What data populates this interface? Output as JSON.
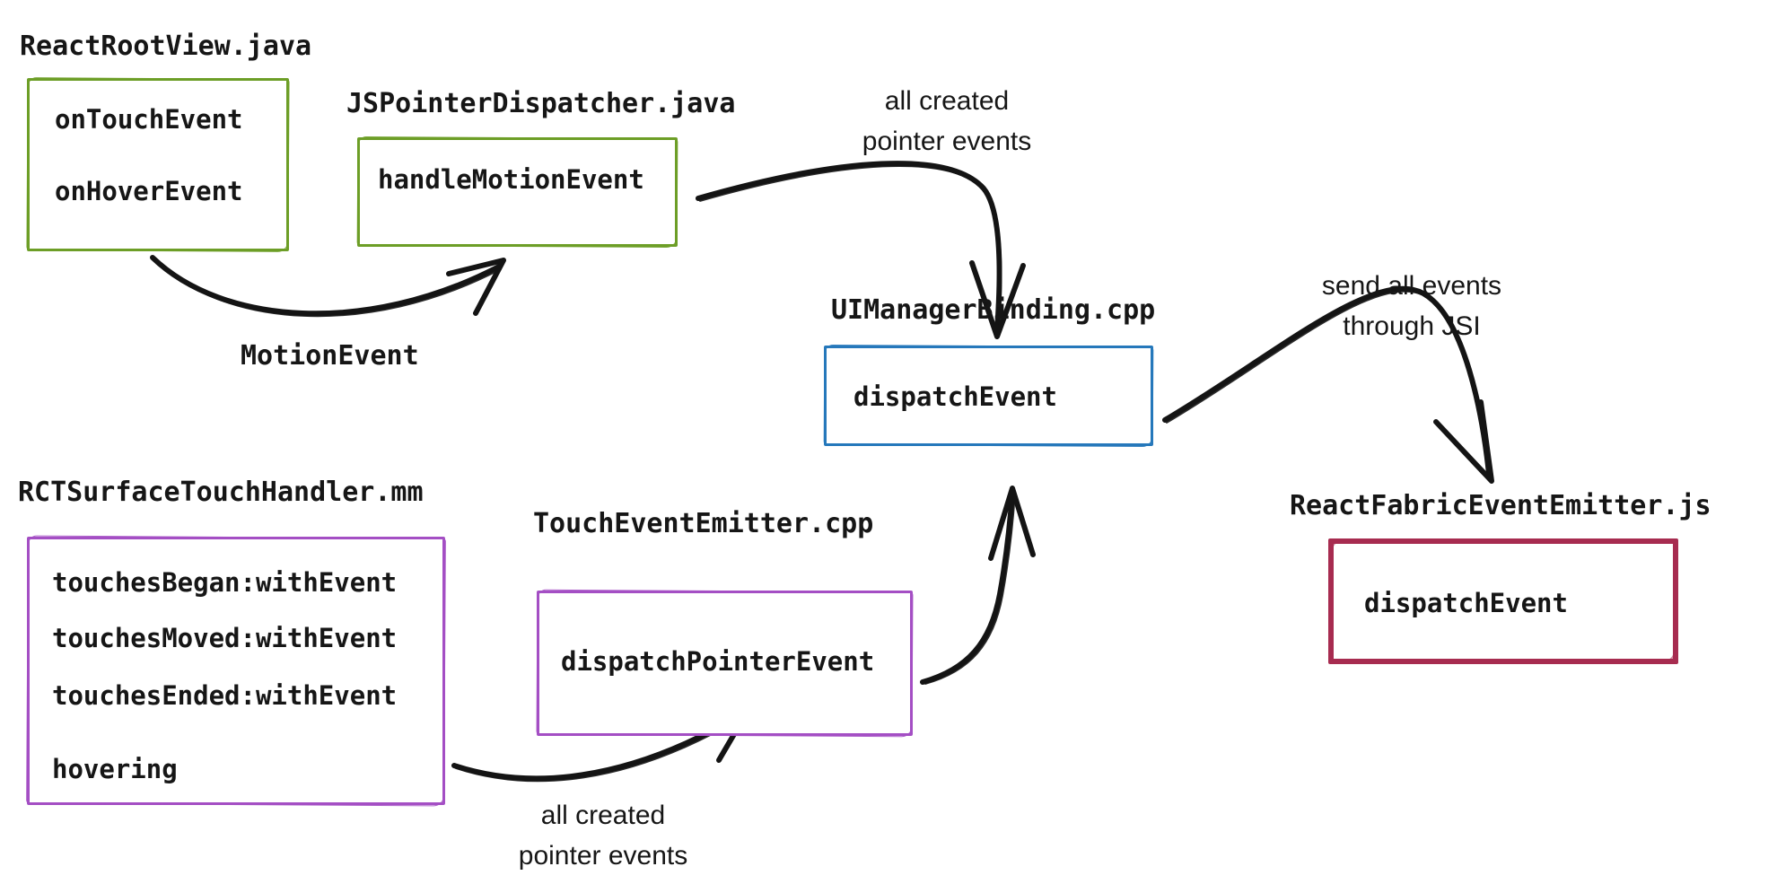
{
  "colors": {
    "green": "#6d9e27",
    "blue": "#2678bb",
    "purple": "#a44fc4",
    "crimson": "#a72c50",
    "ink": "#141414"
  },
  "nodes": {
    "reactRootView": {
      "file": "ReactRootView.java",
      "methods": [
        "onTouchEvent",
        "onHoverEvent"
      ]
    },
    "jsPointerDispatcher": {
      "file": "JSPointerDispatcher.java",
      "methods": [
        "handleMotionEvent"
      ]
    },
    "uiManagerBinding": {
      "file": "UIManagerBinding.cpp",
      "methods": [
        "dispatchEvent"
      ]
    },
    "rctSurfaceTouchHandler": {
      "file": "RCTSurfaceTouchHandler.mm",
      "methods": [
        "touchesBegan:withEvent",
        "touchesMoved:withEvent",
        "touchesEnded:withEvent",
        "hovering"
      ]
    },
    "touchEventEmitter": {
      "file": "TouchEventEmitter.cpp",
      "methods": [
        "dispatchPointerEvent"
      ]
    },
    "reactFabricEventEmitter": {
      "file": "ReactFabricEventEmitter.js",
      "methods": [
        "dispatchEvent"
      ]
    }
  },
  "edge_labels": {
    "motionEvent": {
      "text": "MotionEvent"
    },
    "allCreatedTop": {
      "line1": "all created",
      "line2": "pointer events"
    },
    "sendAllEvents": {
      "line1": "send all events",
      "line2": "through JSI"
    },
    "allCreatedBottom": {
      "line1": "all created",
      "line2": "pointer events"
    }
  }
}
